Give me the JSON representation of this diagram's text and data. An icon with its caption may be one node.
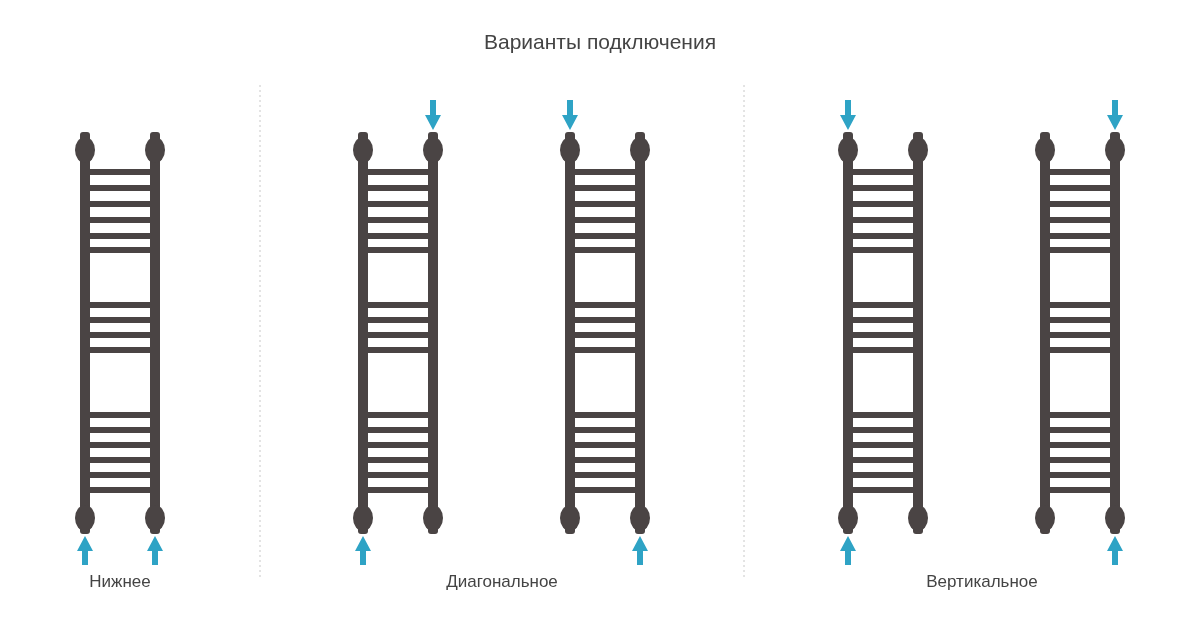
{
  "diagram": {
    "title": "Варианты подключения",
    "labels": [
      "Нижнее",
      "Диагональное",
      "Вертикальное"
    ]
  }
}
